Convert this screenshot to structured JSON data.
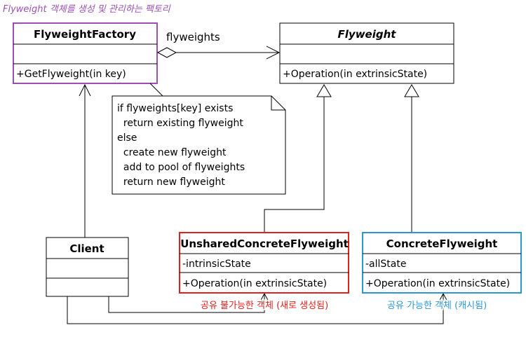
{
  "annotations": {
    "factory_caption": "Flyweight 객체를 생성 및 관리하는 팩토리",
    "unshared_caption": "공유 불가능한 객체 (새로 생성됨)",
    "concrete_caption": "공유 가능한 객체 (캐시됨)"
  },
  "colors": {
    "factory": "#9b4fb2",
    "unshared": "#e0201c",
    "concrete": "#2a97d2",
    "default": "#000000"
  },
  "classes": {
    "factory": {
      "name": "FlyweightFactory",
      "attributes": "",
      "operations": "+GetFlyweight(in key)"
    },
    "flyweight": {
      "name": "Flyweight",
      "attributes": "",
      "operations": "+Operation(in extrinsicState)"
    },
    "client": {
      "name": "Client",
      "attributes": "",
      "operations": ""
    },
    "unshared": {
      "name": "UnsharedConcreteFlyweight",
      "attributes": "-intrinsicState",
      "operations": "+Operation(in extrinsicState)"
    },
    "concrete": {
      "name": "ConcreteFlyweight",
      "attributes": "-allState",
      "operations": "+Operation(in extrinsicState)"
    }
  },
  "association": {
    "label": "flyweights"
  },
  "note": {
    "lines": [
      "if flyweights[key] exists",
      "  return existing flyweight",
      "else",
      "  create new flyweight",
      "  add to pool of flyweights",
      "  return new flyweight"
    ]
  }
}
